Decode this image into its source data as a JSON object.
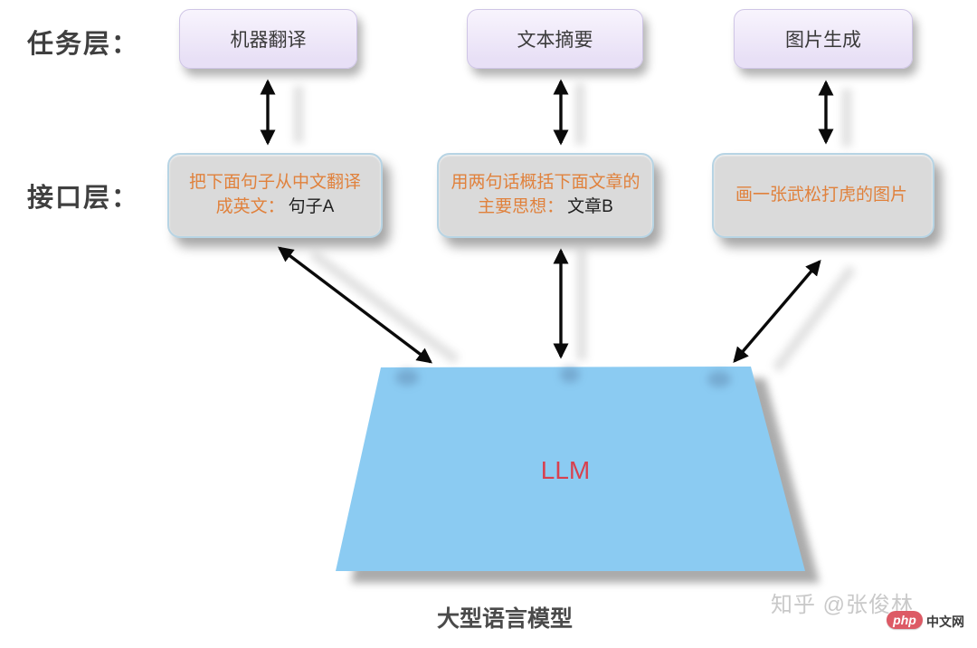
{
  "labels": {
    "task_layer": "任务层：",
    "interface_layer": "接口层："
  },
  "task_boxes": [
    {
      "label": "机器翻译"
    },
    {
      "label": "文本摘要"
    },
    {
      "label": "图片生成"
    }
  ],
  "interface_boxes": [
    {
      "prompt": "把下面句子从中文翻译\n成英文：",
      "payload": "句子A"
    },
    {
      "prompt": "用两句话概括下面文章的\n主要思想：",
      "payload": "文章B"
    },
    {
      "prompt": "画一张武松打虎的图片",
      "payload": ""
    }
  ],
  "model": {
    "title": "LLM",
    "caption": "大型语言模型"
  },
  "watermark": {
    "credit": "知乎 @张俊林",
    "logo": "php",
    "logo_site": "中文网"
  },
  "colors": {
    "task_box_fill": "#eae2f7",
    "interface_box_fill": "#dadada",
    "interface_box_border": "#b7d4e4",
    "prompt_text": "#e0813c",
    "payload_text": "#1f1f1f",
    "trapezoid_fill": "#8bcbf2",
    "llm_text": "#d8414f",
    "arrow": "#0a0a0a",
    "layer_label_text": "#3f3f3f",
    "caption_text": "#4a4a4a",
    "watermark_text": "#c9c9c9",
    "logo_red": "#dd5a65"
  }
}
